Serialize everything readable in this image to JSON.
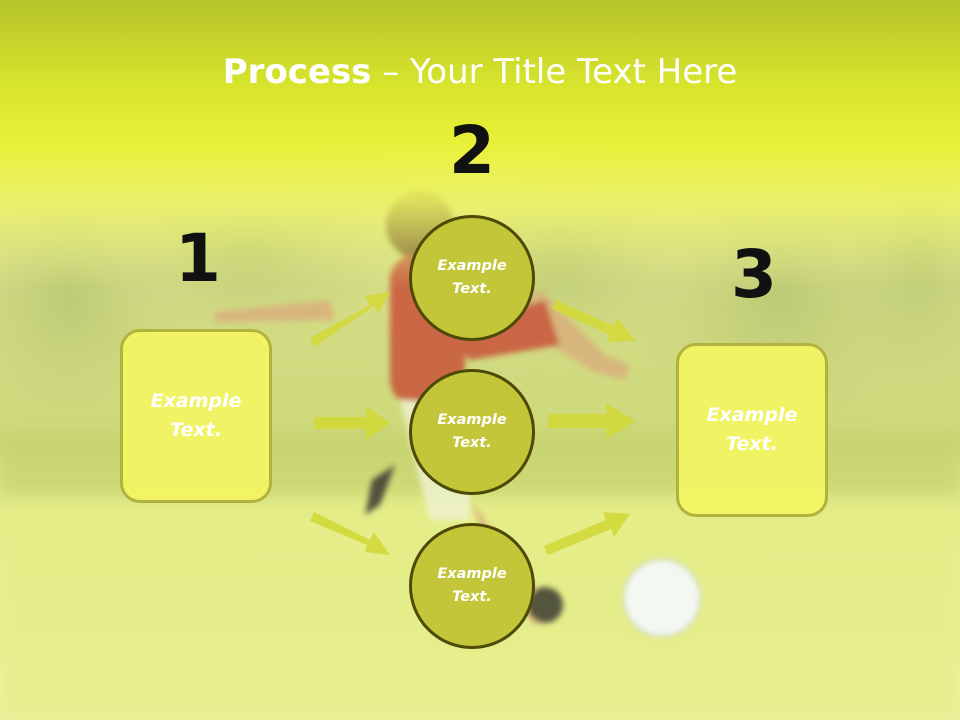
{
  "title": {
    "bold": "Process",
    "rest": " – Your Title Text Here"
  },
  "steps": [
    {
      "number": "1",
      "text": "Example Text."
    },
    {
      "number": "2",
      "text": "Example Text."
    },
    {
      "number": "3",
      "text": "Example Text."
    }
  ],
  "circles": [
    {
      "text": "Example Text."
    },
    {
      "text": "Example Text."
    },
    {
      "text": "Example Text."
    }
  ],
  "colors": {
    "title_band": "#e6ee2c",
    "box_fill": "#f3f562",
    "box_border": "#b2b23e",
    "circle_fill": "#c4c63a",
    "circle_border": "#4c4a06",
    "arrow": "#d2d83a"
  },
  "background_scene": "blurred-soccer-field-photo"
}
